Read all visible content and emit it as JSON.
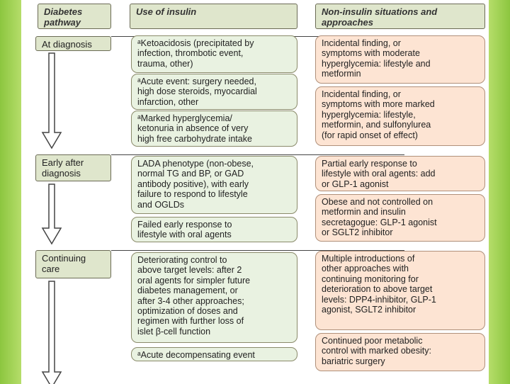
{
  "headers": {
    "pathway": "Diabetes\npathway",
    "insulin": "Use of insulin",
    "non_insulin": "Non-insulin situations and\napproaches"
  },
  "stages": {
    "at_diagnosis": "At diagnosis",
    "early_after": "Early after\ndiagnosis",
    "continuing": "Continuing\ncare"
  },
  "insulin_boxes": {
    "ketoacidosis": "ᵃKetoacidosis (precipitated by\ninfection, thrombotic event,\ntrauma, other)",
    "acute_event": "ᵃAcute event: surgery needed,\nhigh dose steroids, myocardial\ninfarction, other",
    "marked_hyper": "ᵃMarked hyperglycemia/\nketonuria in absence of very\nhigh free carbohydrate intake",
    "lada": "LADA phenotype (non-obese,\nnormal TG and BP, or GAD\nantibody positive), with early\nfailure to respond to lifestyle\nand OGLDs",
    "failed_early": "Failed early response to\nlifestyle with oral agents",
    "deteriorating": "Deteriorating control to\nabove target levels:  after 2\noral agents for simpler future\ndiabetes management, or\nafter 3-4 other approaches;\noptimization of doses and\nregimen with further loss of\nislet β-cell function",
    "acute_decomp": "ᵃAcute decompensating event"
  },
  "non_insulin_boxes": {
    "incidental_moderate": "Incidental finding, or\nsymptoms with moderate\nhyperglycemia: lifestyle and\nmetformin",
    "incidental_marked": "Incidental finding, or\nsymptoms with more marked\nhyperglycemia: lifestyle,\nmetformin, and sulfonylurea\n(for rapid onset of effect)",
    "partial_early": "Partial  early response to\nlifestyle with oral agents:  add\nor GLP-1 agonist",
    "obese_not_controlled": "Obese and not controlled on\nmetformin and insulin\nsecretagogue:  GLP-1 agonist\nor SGLT2 inhibitor",
    "multiple_intro": "Multiple introductions of\nother approaches with\ncontinuing monitoring for\ndeterioration to  above target\nlevels:  DPP4-inhibitor, GLP-1\nagonist, SGLT2 inhibitor",
    "continued_poor": "Continued poor metabolic\ncontrol with marked obesity:\nbariatric surgery"
  },
  "colors": {
    "stage_fill": "#dfe6cc",
    "insulin_fill": "#e9f2e1",
    "non_insulin_fill": "#fde4d3",
    "slide_accent": "#8cc63f"
  }
}
